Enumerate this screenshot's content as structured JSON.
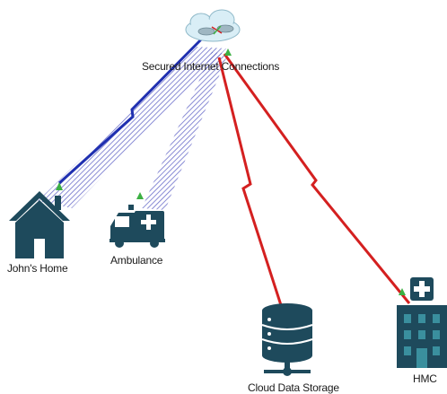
{
  "nodes": {
    "cloud": {
      "label": "Secured Internet Connections",
      "icon": "cloud-router-icon"
    },
    "home": {
      "label": "John's Home",
      "icon": "house-icon"
    },
    "ambulance": {
      "label": "Ambulance",
      "icon": "ambulance-icon"
    },
    "storage": {
      "label": "Cloud Data Storage",
      "icon": "database-server-icon"
    },
    "hmc": {
      "label": "HMC",
      "icon": "hospital-building-icon"
    }
  },
  "links": [
    {
      "from": "cloud",
      "to": "home",
      "style": "solid",
      "color": "#1f2fb0"
    },
    {
      "from": "cloud",
      "to": "home",
      "style": "wireless",
      "color": "#3b3fb8"
    },
    {
      "from": "cloud",
      "to": "ambulance",
      "style": "wireless",
      "color": "#3b3fb8"
    },
    {
      "from": "cloud",
      "to": "storage",
      "style": "solid",
      "color": "#d42020"
    },
    {
      "from": "cloud",
      "to": "hmc",
      "style": "solid",
      "color": "#d42020"
    }
  ],
  "colors": {
    "icon_dark": "#1e4a5c",
    "link_up": "#3cb043",
    "medical_cross": "#ffffff"
  }
}
